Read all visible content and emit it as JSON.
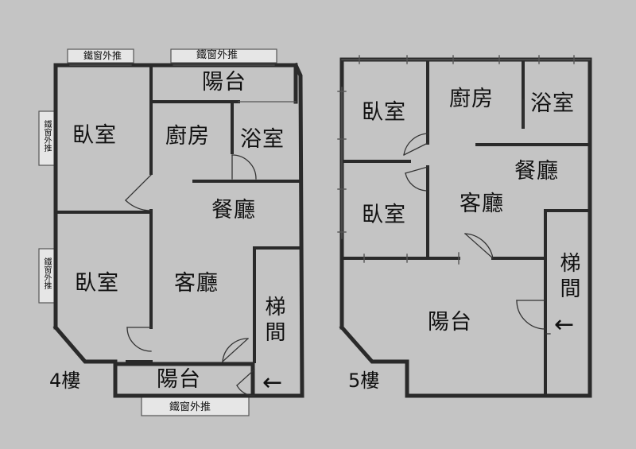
{
  "floors": [
    {
      "floor_label": "4樓",
      "rooms": {
        "bedroom_top": "臥室",
        "bedroom_bottom": "臥室",
        "kitchen": "廚房",
        "bathroom": "浴室",
        "balcony_top": "陽台",
        "dining": "餐廳",
        "living": "客廳",
        "balcony_bottom": "陽台",
        "stairwell": "梯間"
      },
      "window_labels": {
        "top_left": "鐵窗外推",
        "top_right": "鐵窗外推",
        "left_upper": "鐵窗外推",
        "left_lower": "鐵窗外推",
        "bottom": "鐵窗外推"
      },
      "stair_arrow": "←"
    },
    {
      "floor_label": "5樓",
      "rooms": {
        "bedroom_top": "臥室",
        "bedroom_bottom": "臥室",
        "kitchen": "廚房",
        "bathroom": "浴室",
        "dining": "餐廳",
        "living": "客廳",
        "balcony": "陽台",
        "stairwell": "梯間"
      },
      "stair_arrow": "←"
    }
  ],
  "colors": {
    "background": "#c4c4c4",
    "wall": "#2a2a2a",
    "thin_line": "#555555",
    "window_fill": "#e6e6e6"
  }
}
